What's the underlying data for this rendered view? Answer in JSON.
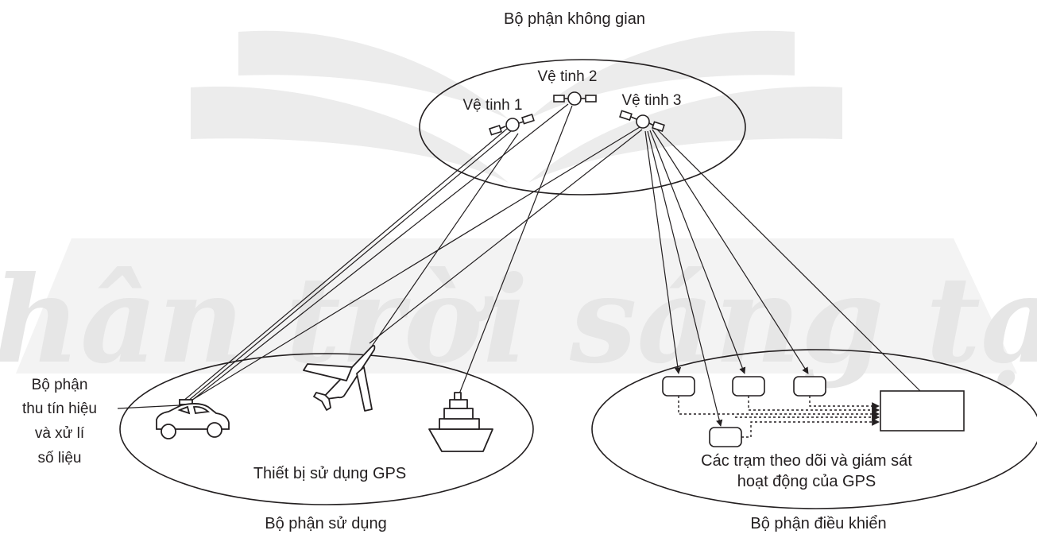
{
  "watermark": {
    "text": "Chân trời sáng tạo",
    "color": "#e9e9e9"
  },
  "colors": {
    "line": "#231f20",
    "background": "#ffffff"
  },
  "space_segment": {
    "title": "Bộ phận không gian",
    "satellites": [
      {
        "label": "Vệ tinh 1",
        "icon": "satellite-icon"
      },
      {
        "label": "Vệ tinh 2",
        "icon": "satellite-icon"
      },
      {
        "label": "Vệ tinh 3",
        "icon": "satellite-icon"
      }
    ]
  },
  "user_segment": {
    "title": "Bộ phận sử dụng",
    "devices_label": "Thiết bị sử dụng GPS",
    "receiver_label": [
      "Bộ phận",
      "thu tín hiệu",
      "và xử lí",
      "số liệu"
    ],
    "devices": [
      "car-icon",
      "airplane-icon",
      "ship-icon"
    ]
  },
  "control_segment": {
    "title": "Bộ phận điều khiển",
    "stations_label": [
      "Các trạm theo dõi và giám sát",
      "hoạt động của GPS"
    ],
    "stations": [
      "station-box",
      "station-box",
      "station-box",
      "station-box"
    ],
    "master": "master-station-box"
  }
}
